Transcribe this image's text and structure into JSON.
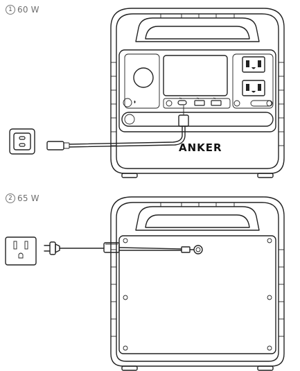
{
  "diagram": {
    "method_1": {
      "number": "1",
      "label": "60 W",
      "charger": "usb-c-wall-charger",
      "cable": "usb-c-cable",
      "brand": "ANKER"
    },
    "method_2": {
      "number": "2",
      "label": "65 W",
      "source": "ac-wall-outlet",
      "adapter": "ac-power-adapter"
    }
  },
  "icons": {
    "wall_outlet": "ac-outlet-icon",
    "usb_c_charger": "usb-c-charger-icon",
    "power_station": "power-station-icon"
  },
  "colors": {
    "line": "#222222",
    "label": "#6f6f6f",
    "background": "#ffffff"
  }
}
